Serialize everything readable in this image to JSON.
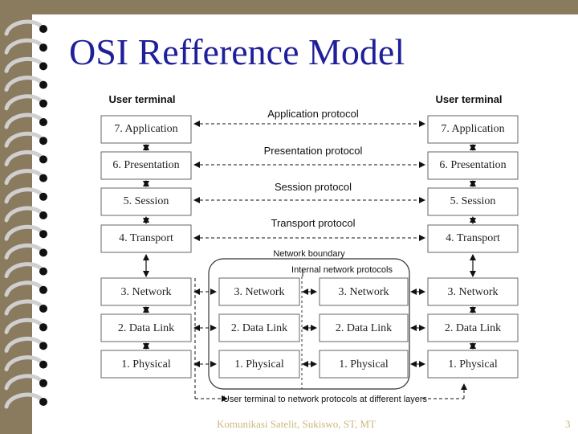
{
  "title": "OSI Refference Model",
  "diagram": {
    "left_header": "User terminal",
    "right_header": "User terminal",
    "layers": [
      "7. Application",
      "6. Presentation",
      "5. Session",
      "4. Transport",
      "3. Network",
      "2. Data Link",
      "1. Physical"
    ],
    "protocols": [
      "Application protocol",
      "Presentation protocol",
      "Session protocol",
      "Transport protocol"
    ],
    "network_boundary": "Network boundary",
    "internal_protocols": "Internal network protocols",
    "bottom_caption": "User terminal to network protocols at different layers"
  },
  "footer": "Komunikasi Satelit, Sukiswo, ST, MT",
  "page_number": "3"
}
